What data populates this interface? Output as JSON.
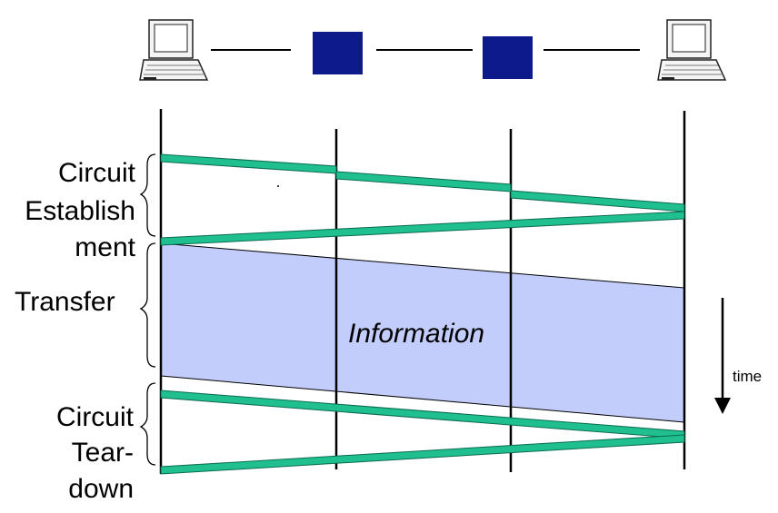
{
  "colors": {
    "signal": "#1fbf8f",
    "signal_edge": "#0b6b50",
    "transfer_band": "#c3cdfb",
    "switch": "#0d1b8a",
    "line": "#000000"
  },
  "topology": {
    "host_left": "laptop-icon",
    "switch_1": "switch-square",
    "switch_2": "switch-square",
    "host_right": "laptop-icon"
  },
  "phases": {
    "establishment": {
      "line1": "Circuit",
      "line2": "Establish",
      "line3": "ment"
    },
    "transfer": {
      "label": "Transfer"
    },
    "teardown": {
      "line1": "Circuit",
      "line2": "Tear-",
      "line3": "down"
    }
  },
  "band_label": "Information",
  "time_label": "time"
}
